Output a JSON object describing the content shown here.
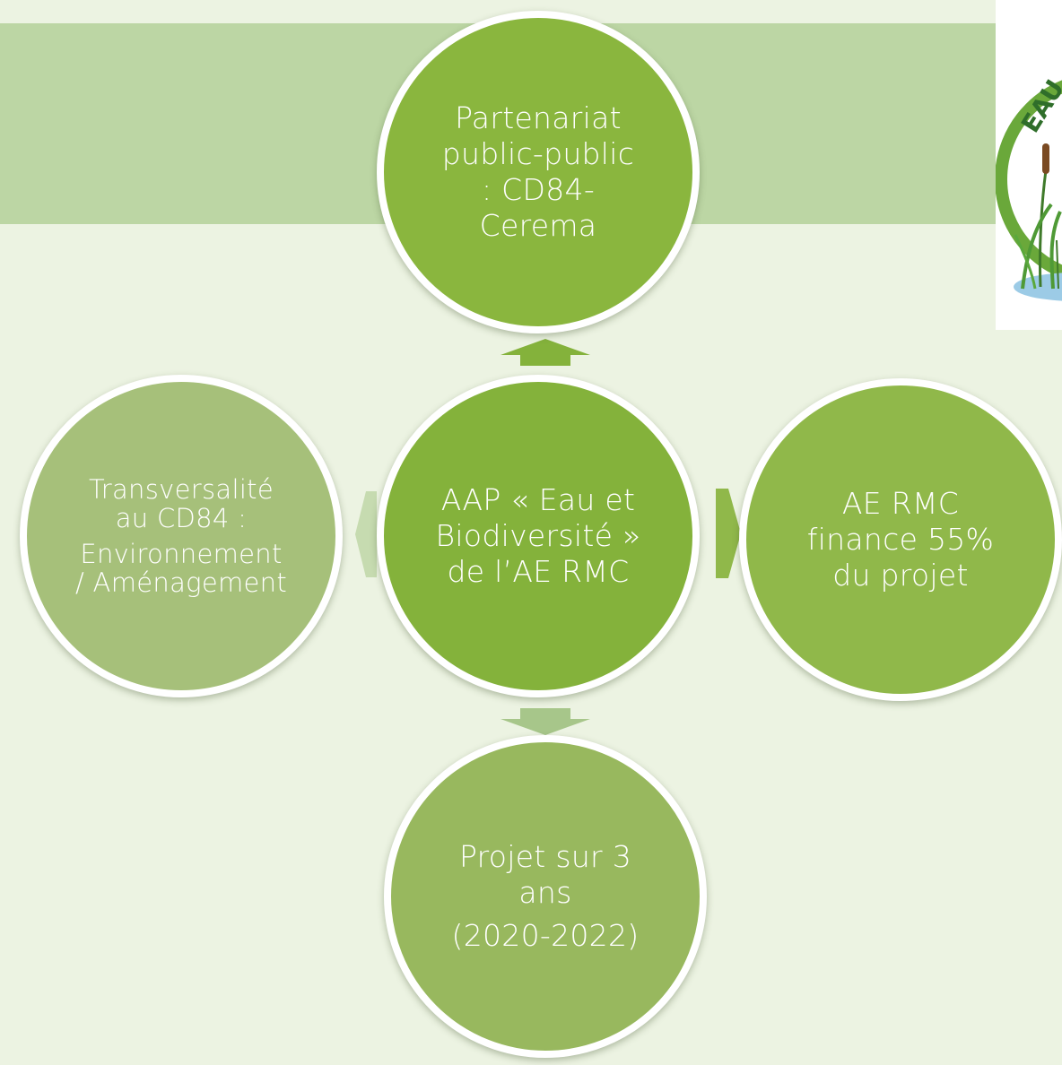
{
  "colors": {
    "background": "#ecf3e2",
    "band": "#bcd6a4",
    "node_top": "#8ab63e",
    "node_center": "#84b23b",
    "node_right": "#90b84a",
    "node_bottom": "#98b85e",
    "node_left": "#a6c07a",
    "arrow_up": "#84b23b",
    "arrow_right": "#90b84a",
    "arrow_down": "#a7c68a",
    "arrow_left": "#c6dbb0"
  },
  "center": {
    "lines": [
      "AAP « Eau et",
      "Biodiversité »",
      "de l’AE RMC"
    ]
  },
  "top": {
    "lines": [
      "Partenariat",
      "public-public",
      ": CD84-",
      "Cerema"
    ]
  },
  "right": {
    "lines": [
      "AE RMC",
      "finance 55%",
      "du projet"
    ]
  },
  "bottom": {
    "para1": [
      "Projet sur 3",
      "ans"
    ],
    "para2": "(2020-2022)"
  },
  "left": {
    "para1": [
      "Transversalité",
      "au CD84 :"
    ],
    "para2": [
      "Environnement",
      "/ Aménagement"
    ]
  },
  "logo": {
    "text": "EAU",
    "icon": "reed-marsh-logo-icon"
  }
}
